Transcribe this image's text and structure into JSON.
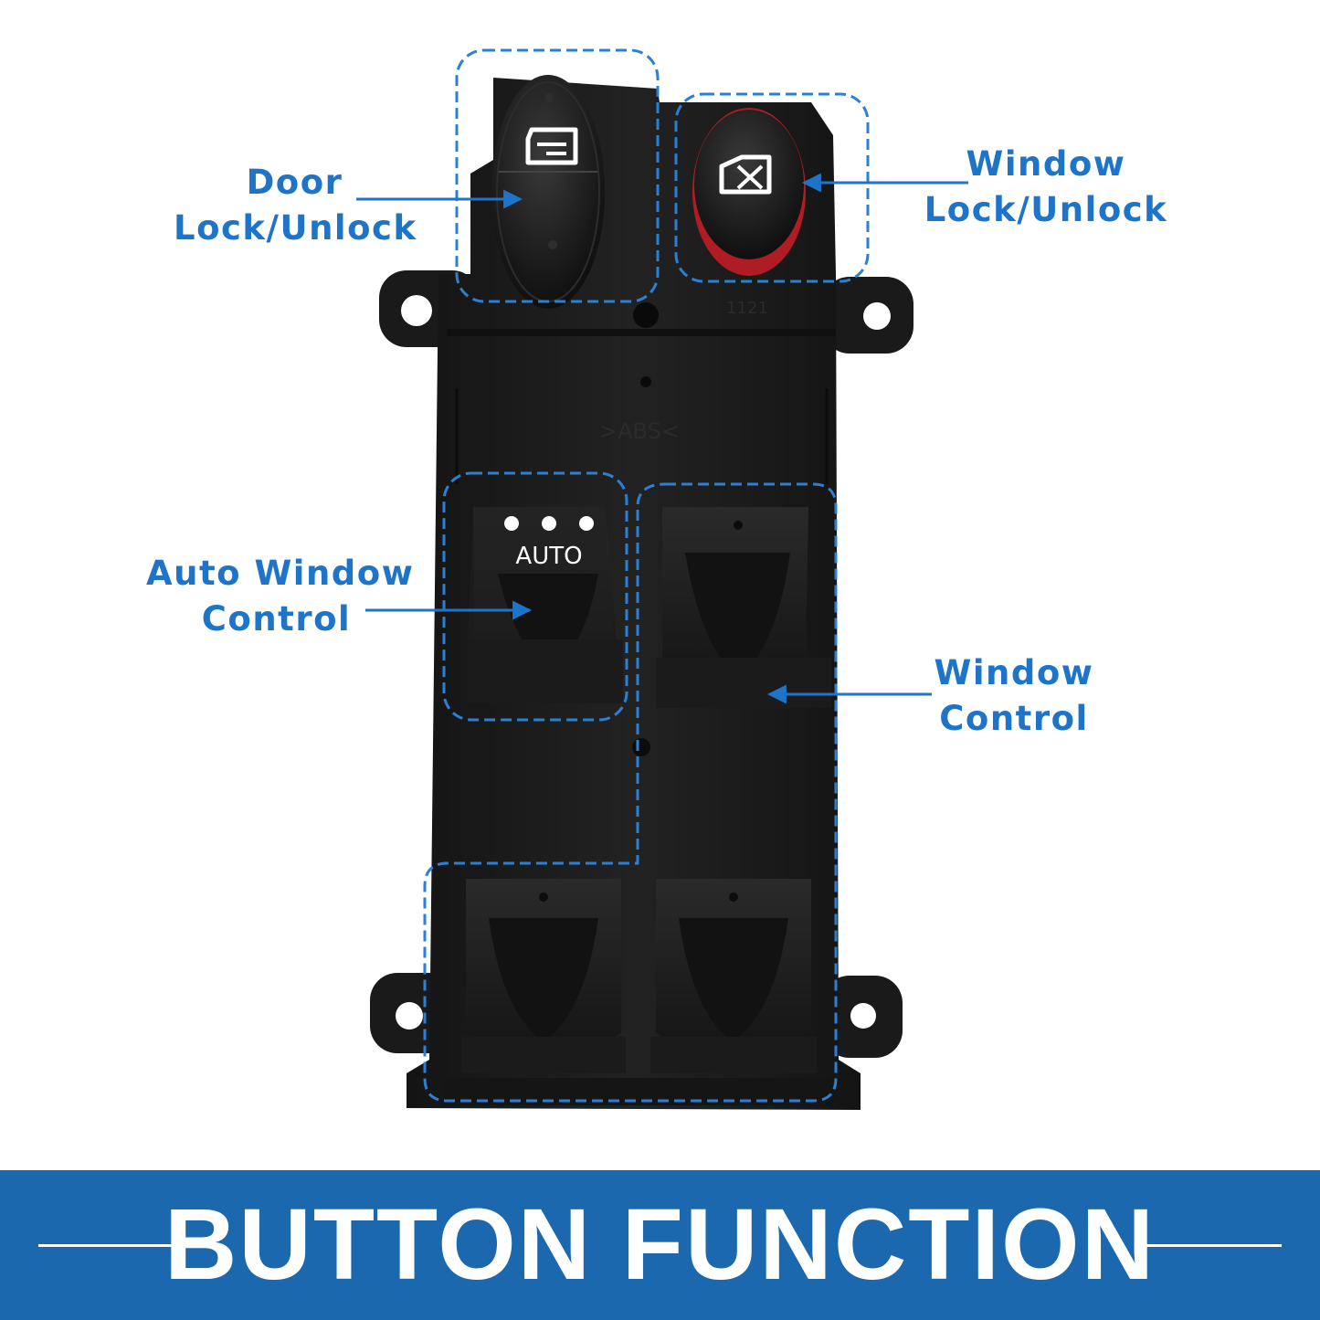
{
  "callouts": {
    "door_lock": [
      "Door",
      "Lock/Unlock"
    ],
    "window_lock": [
      "Window",
      "Lock/Unlock"
    ],
    "auto_window": [
      "Auto Window",
      "Control"
    ],
    "window_control": [
      "Window",
      "Control"
    ]
  },
  "auto_label": "AUTO",
  "banner_title": "BUTTON FUNCTION",
  "colors": {
    "accent": "#1d74c9",
    "banner": "#1b68ae",
    "panel": "#181818",
    "lock_red": "#c0202a"
  },
  "icons": {
    "door_lock_button": "door-icon",
    "window_lock_button": "window-lock-icon"
  }
}
